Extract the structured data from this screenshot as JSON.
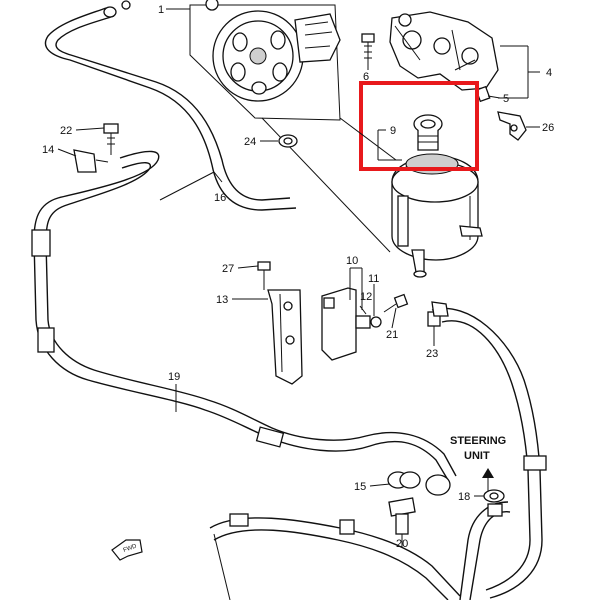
{
  "diagram": {
    "callouts": {
      "c1": "1",
      "c4": "4",
      "c5": "5",
      "c6": "6",
      "c9": "9",
      "c10": "10",
      "c11": "11",
      "c12": "12",
      "c13": "13",
      "c14": "14",
      "c15": "15",
      "c16": "16",
      "c18": "18",
      "c19": "19",
      "c20": "20",
      "c21": "21",
      "c22": "22",
      "c23": "23",
      "c24": "24",
      "c26": "26",
      "c27": "27"
    },
    "steering_unit_line1": "STEERING",
    "steering_unit_line2": "UNIT",
    "fwd_label": "FWD",
    "highlight_color": "#e8191c"
  }
}
